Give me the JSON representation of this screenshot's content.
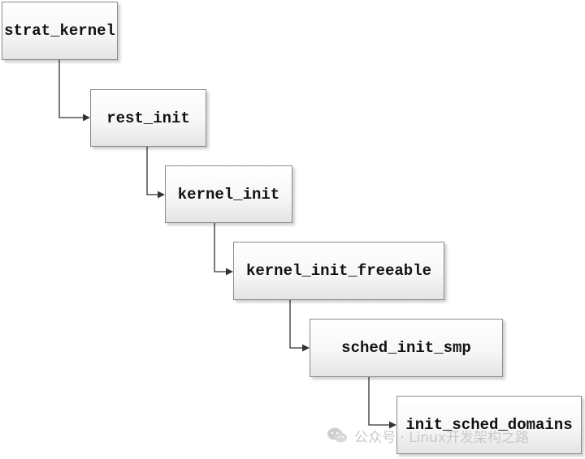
{
  "diagram": {
    "nodes": [
      {
        "id": "n1",
        "label": "strat_kernel"
      },
      {
        "id": "n2",
        "label": "rest_init"
      },
      {
        "id": "n3",
        "label": "kernel_init"
      },
      {
        "id": "n4",
        "label": "kernel_init_freeable"
      },
      {
        "id": "n5",
        "label": "sched_init_smp"
      },
      {
        "id": "n6",
        "label": "init_sched_domains"
      }
    ],
    "edges": [
      {
        "from": "n1",
        "to": "n2"
      },
      {
        "from": "n2",
        "to": "n3"
      },
      {
        "from": "n3",
        "to": "n4"
      },
      {
        "from": "n4",
        "to": "n5"
      },
      {
        "from": "n5",
        "to": "n6"
      }
    ],
    "colors": {
      "line": "#333333",
      "border": "#8a8a8a",
      "text": "#111111",
      "watermark": "#c9c9c9"
    }
  },
  "watermark": {
    "icon": "wechat-icon",
    "text": "公众号 · Linux开发架构之路"
  }
}
